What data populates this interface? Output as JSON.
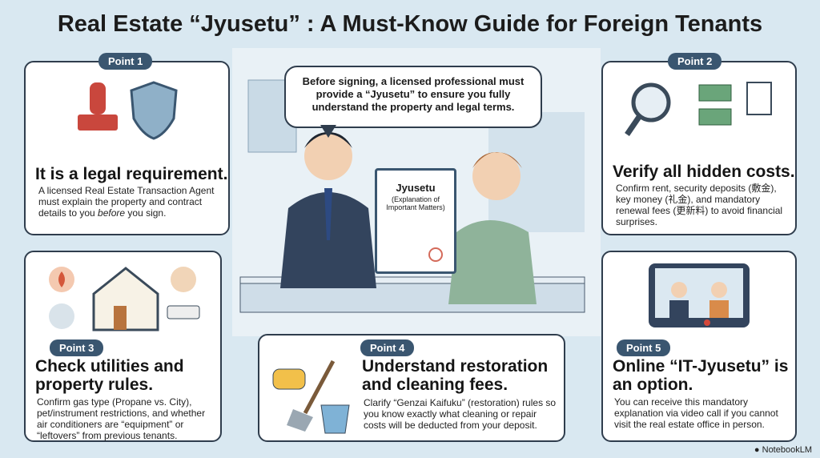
{
  "title": "Real Estate “Jyusetu” : A Must-Know Guide for Foreign Tenants",
  "bubble": "Before signing, a licensed professional must provide a “Jyusetu” to ensure you fully understand the property and legal terms.",
  "document": {
    "title": "Jyusetu",
    "subtitle": "(Explanation of Important Matters)"
  },
  "points": [
    {
      "badge": "Point 1",
      "heading": "It is a legal requirement.",
      "body_pre": "A licensed Real Estate Transaction Agent must explain the property and contract details to you ",
      "body_em": "before",
      "body_post": " you sign."
    },
    {
      "badge": "Point 2",
      "heading": "Verify all hidden costs.",
      "body": "Confirm rent, security deposits (敷金), key money (礼金), and mandatory renewal fees (更新料) to avoid financial surprises."
    },
    {
      "badge": "Point 3",
      "heading": "Check utilities and property rules.",
      "body": "Confirm gas type (Propane vs. City), pet/instrument restrictions, and whether air conditioners are “equipment” or “leftovers” from previous tenants."
    },
    {
      "badge": "Point 4",
      "heading": "Understand restoration and cleaning fees.",
      "body": "Clarify “Genzai Kaifuku” (restoration) rules so you know exactly what cleaning or repair costs will be deducted from your deposit."
    },
    {
      "badge": "Point 5",
      "heading": "Online “IT-Jyusetu” is an option.",
      "body": "You can receive this mandatory explanation via video call if you cannot visit the real estate office in person."
    }
  ],
  "brand": "NotebookLM"
}
